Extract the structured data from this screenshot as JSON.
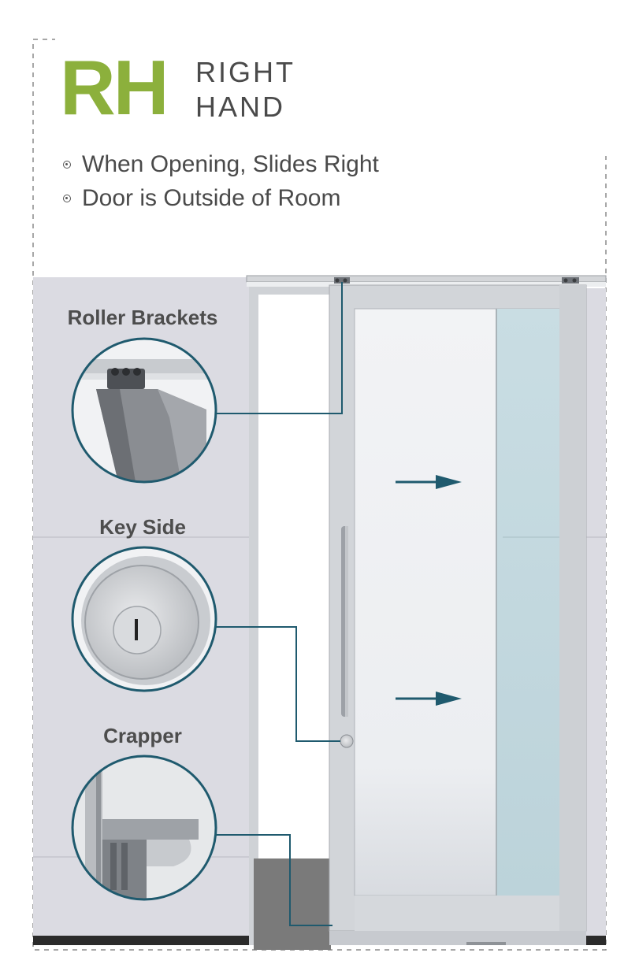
{
  "heading": {
    "code": "RH",
    "line1": "RIGHT",
    "line2": "HAND",
    "accent_color": "#8cb03c"
  },
  "bullets": [
    "When Opening, Slides Right",
    "Door is Outside of Room"
  ],
  "callouts": {
    "roller": "Roller Brackets",
    "key": "Key Side",
    "crapper": "Crapper"
  },
  "icons": {
    "slide_direction": "right-arrow-icon",
    "callout_line_color": "#1f5a6e"
  }
}
